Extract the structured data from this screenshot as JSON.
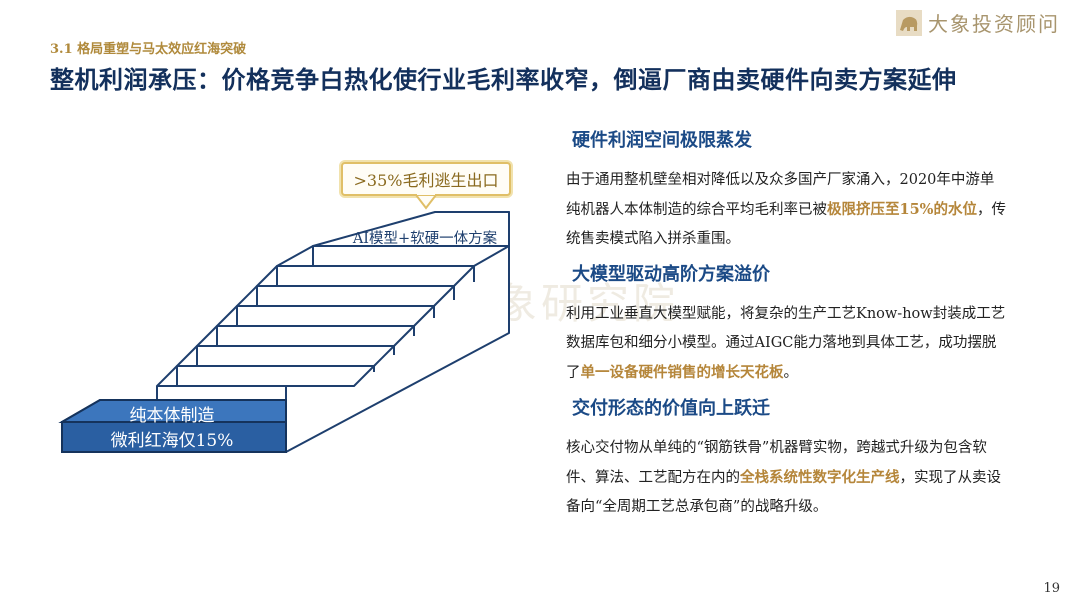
{
  "header": {
    "section_label": "3.1 格局重塑与马太效应红海突破",
    "title": "整机利润承压：价格竞争白热化使行业毛利率收窄，倒逼厂商由卖硬件向卖方案延伸"
  },
  "brand": {
    "name": "大象投资顾问",
    "logo_icon": "elephant-logo-icon"
  },
  "watermark": {
    "text": "大象研究院"
  },
  "diagram": {
    "top_callout": ">35%毛利逃生出口",
    "top_step_label": "AI模型+软硬一体方案",
    "base_line1": "纯本体制造",
    "base_line2": "微利红海仅15%"
  },
  "sections": [
    {
      "title": "硬件利润空间极限蒸发",
      "text_before": "由于通用整机壁垒相对降低以及众多国产厂家涌入，2020年中游单纯机器人本体制造的综合平均毛利率已被",
      "highlight": "极限挤压至15%的水位",
      "text_after": "，传统售卖模式陷入拼杀重围。"
    },
    {
      "title": "大模型驱动高阶方案溢价",
      "text_before": "利用工业垂直大模型赋能，将复杂的生产工艺Know-how封装成工艺数据库包和细分小模型。通过AIGC能力落地到具体工艺，成功摆脱了",
      "highlight": "单一设备硬件销售的增长天花板",
      "text_after": "。"
    },
    {
      "title": "交付形态的价值向上跃迁",
      "text_before": "核心交付物从单纯的“钢筋铁骨”机器臂实物，跨越式升级为包含软件、算法、工艺配方在内的",
      "highlight": "全栈系统性数字化生产线",
      "text_after": "，实现了从卖设备向“全周期工艺总承包商”的战略升级。"
    }
  ],
  "page_number": "19",
  "colors": {
    "navy": "#13305c",
    "gold": "#b08a3c",
    "blue_step": "#2f67ad",
    "heading_blue": "#1b4a86"
  }
}
